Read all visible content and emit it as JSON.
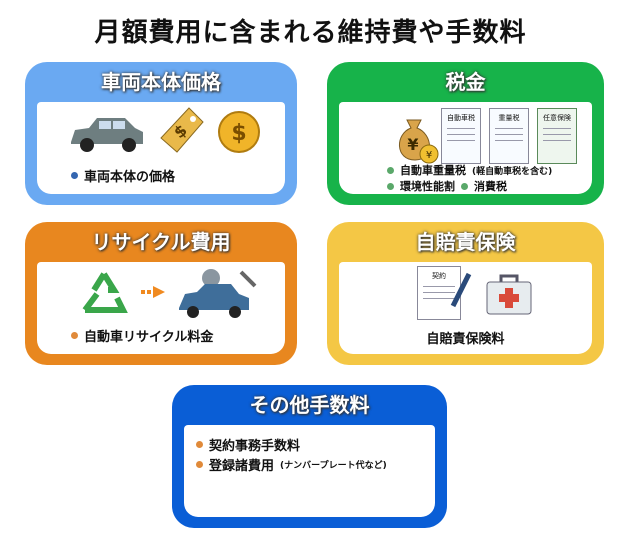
{
  "title": "月額費用に含まれる維持費や手数料",
  "colors": {
    "vehicle": "#6aa9f2",
    "tax": "#17b34a",
    "recycle": "#e8871f",
    "insurance": "#f4c745",
    "other": "#0a5ed6",
    "green_dot": "#5aa86a",
    "orange_dot": "#e08a3a",
    "blue_dot": "#3466b0"
  },
  "panels": {
    "vehicle": {
      "heading": "車両本体価格",
      "items": [
        "車両本体の価格"
      ]
    },
    "tax": {
      "heading": "税金",
      "docs": [
        "自動車税",
        "重量税",
        "任意保険"
      ],
      "item1": "自動車重量税",
      "item1_note": "(軽自動車税を含む)",
      "item2": "環境性能割",
      "item3": "消費税"
    },
    "recycle": {
      "heading": "リサイクル費用",
      "items": [
        "自動車リサイクル料金"
      ]
    },
    "insurance": {
      "heading": "自賠責保険",
      "doc_label": "契約",
      "caption": "自賠責保険料"
    },
    "other": {
      "heading": "その他手数料",
      "item1": "契約事務手数料",
      "item2": "登録諸費用",
      "item2_note": "(ナンバープレート代など)"
    }
  }
}
